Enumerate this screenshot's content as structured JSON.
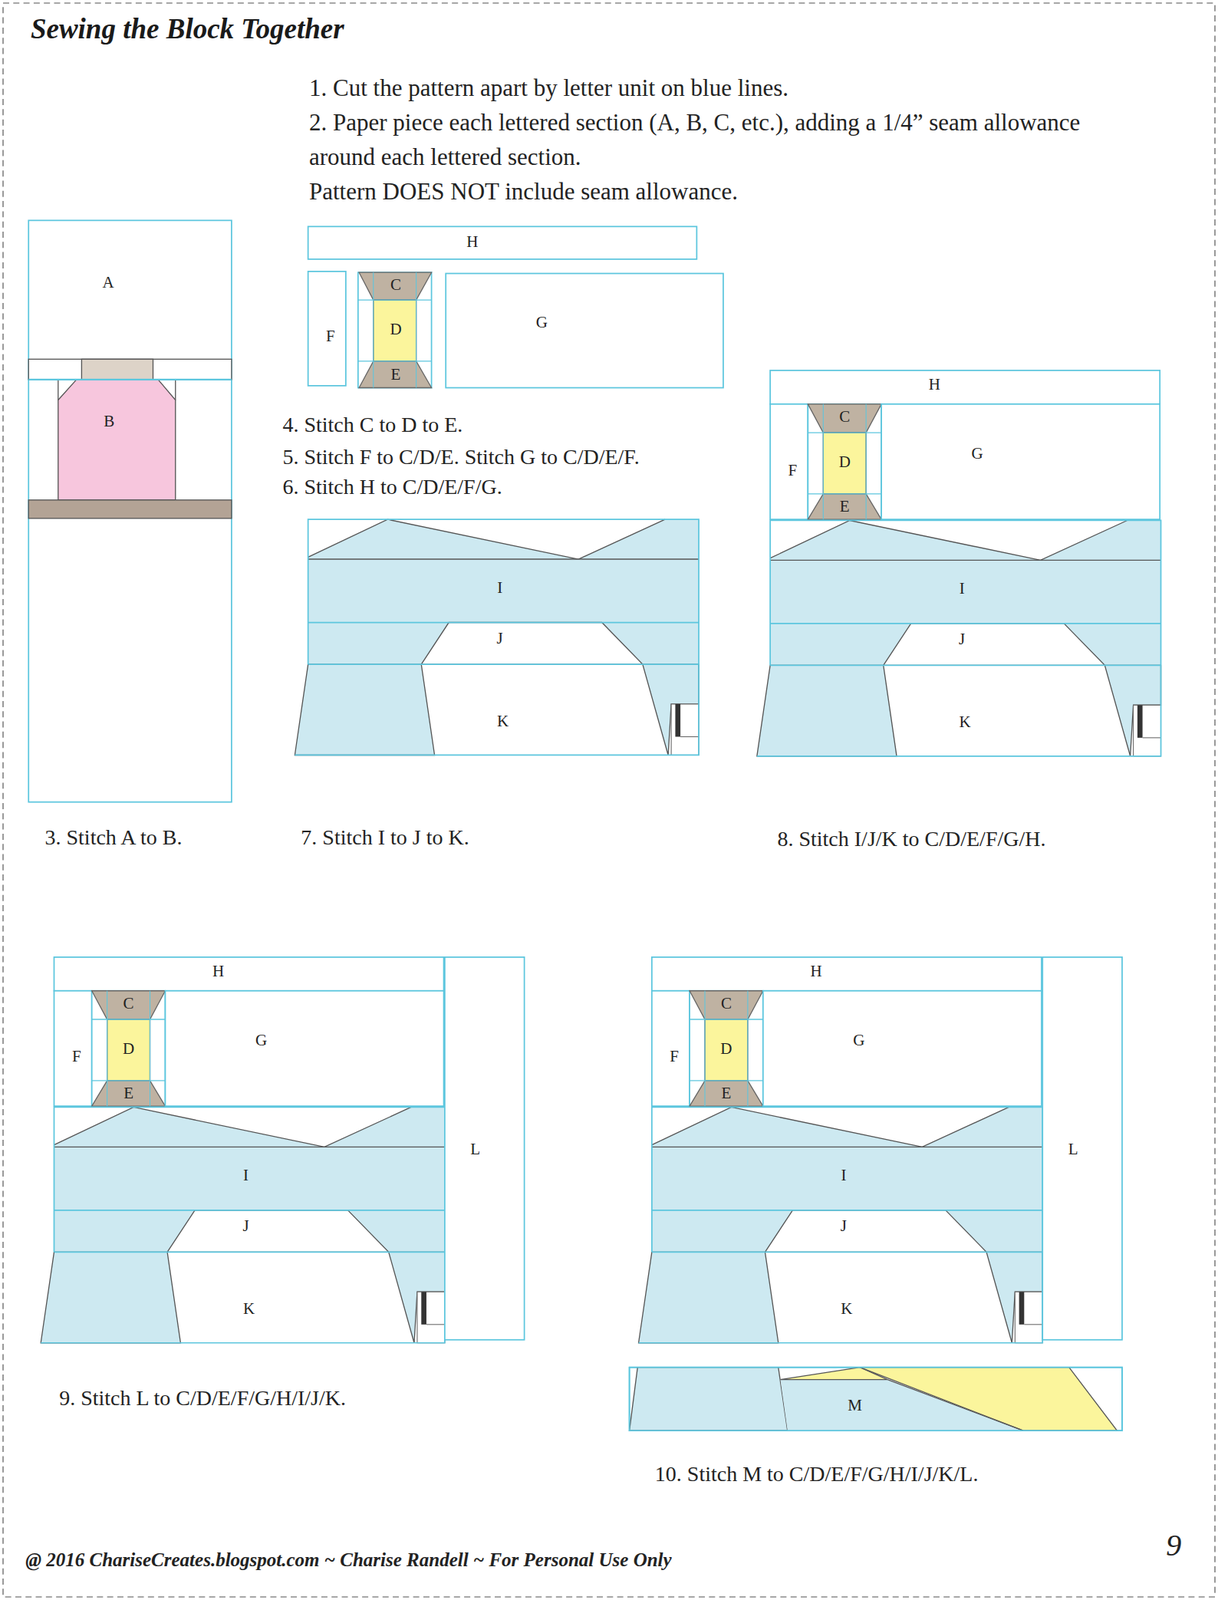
{
  "diagram": {
    "title": "Sewing the Block Together",
    "nodes": [
      {
        "text": [
          "A"
        ]
      },
      {
        "text": [
          "B"
        ]
      },
      {
        "text": [
          "H"
        ]
      },
      {
        "text": [
          "F"
        ]
      },
      {
        "text": [
          "C"
        ]
      },
      {
        "text": [
          "D"
        ]
      },
      {
        "text": [
          "E"
        ]
      },
      {
        "text": [
          "G"
        ]
      },
      {
        "text": [
          "I"
        ]
      },
      {
        "text": [
          "J"
        ]
      },
      {
        "text": [
          "K"
        ]
      },
      {
        "text": [
          "H"
        ]
      },
      {
        "text": [
          "F"
        ]
      },
      {
        "text": [
          "C"
        ]
      },
      {
        "text": [
          "D"
        ]
      },
      {
        "text": [
          "E"
        ]
      },
      {
        "text": [
          "G"
        ]
      },
      {
        "text": [
          "I"
        ]
      },
      {
        "text": [
          "J"
        ]
      },
      {
        "text": [
          "K"
        ]
      },
      {
        "text": [
          "H"
        ]
      },
      {
        "text": [
          "F"
        ]
      },
      {
        "text": [
          "C"
        ]
      },
      {
        "text": [
          "D"
        ]
      },
      {
        "text": [
          "E"
        ]
      },
      {
        "text": [
          "G"
        ]
      },
      {
        "text": [
          "I"
        ]
      },
      {
        "text": [
          "J"
        ]
      },
      {
        "text": [
          "K"
        ]
      },
      {
        "text": [
          "L"
        ]
      },
      {
        "text": [
          "H"
        ]
      },
      {
        "text": [
          "F"
        ]
      },
      {
        "text": [
          "C"
        ]
      },
      {
        "text": [
          "D"
        ]
      },
      {
        "text": [
          "E"
        ]
      },
      {
        "text": [
          "G"
        ]
      },
      {
        "text": [
          "I"
        ]
      },
      {
        "text": [
          "J"
        ]
      },
      {
        "text": [
          "K"
        ]
      },
      {
        "text": [
          "L"
        ]
      },
      {
        "text": [
          "M"
        ]
      }
    ],
    "labels": [
      "1. Cut the pattern apart by letter unit on blue lines.",
      "2. Paper piece each lettered section (A, B, C, etc.), adding a 1/4” seam allowance around each lettered section.",
      "Pattern DOES NOT include seam allowance.",
      "3. Stitch A to B.",
      "4. Stitch C to D to E.",
      "5. Stitch F to C/D/E. Stitch G to C/D/E/F.",
      "6. Stitch H to C/D/E/F/G.",
      "7. Stitch I to J to K.",
      "8. Stitch I/J/K to C/D/E/F/G/H.",
      "9. Stitch L to C/D/E/F/G/H/I/J/K.",
      "10. Stitch M to C/D/E/F/G/H/I/J/K/L.",
      "@ 2016 ChariseCreates.blogspot.com ~ Charise Randell ~ For Personal Use Only",
      "9"
    ]
  }
}
